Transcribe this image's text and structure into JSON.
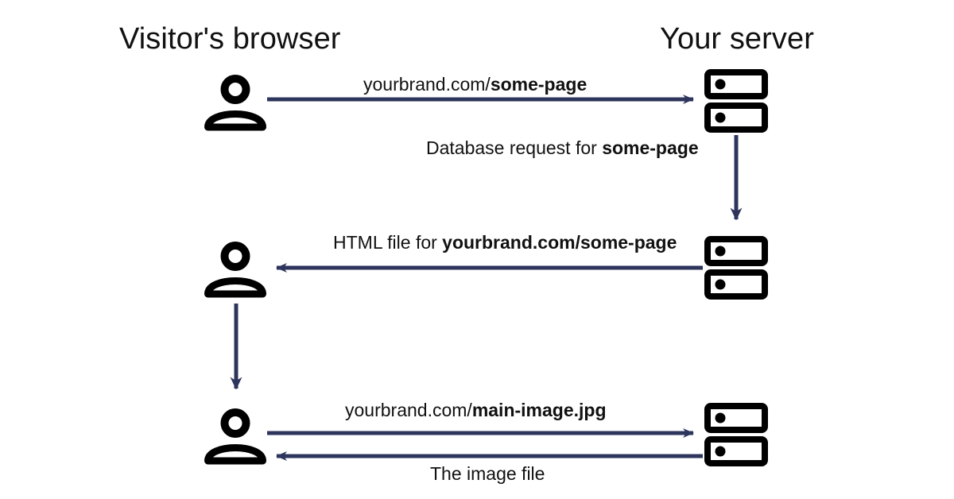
{
  "diagram": {
    "type": "sequence-flow",
    "background_color": "#ffffff",
    "arrow_color": "#2e355c",
    "icon_color": "#000000",
    "text_color": "#111111",
    "columns": [
      {
        "id": "browser",
        "title": "Visitor's browser",
        "icon": "person-icon"
      },
      {
        "id": "server",
        "title": "Your server",
        "icon": "server-icon"
      }
    ],
    "steps": [
      {
        "id": "step-1-request-page",
        "direction": "browser-to-server",
        "label_plain": "yourbrand.com/",
        "label_bold": "some-page",
        "label_full": "yourbrand.com/some-page"
      },
      {
        "id": "step-2-database-request",
        "direction": "server-to-server-down",
        "label_plain": "Database request for ",
        "label_bold": "some-page",
        "label_full": "Database request for some-page"
      },
      {
        "id": "step-3-html-response",
        "direction": "server-to-browser",
        "label_plain": "HTML file for ",
        "label_bold": "yourbrand.com/some-page",
        "label_full": "HTML file for yourbrand.com/some-page"
      },
      {
        "id": "step-4-browser-wait",
        "direction": "browser-to-browser-down",
        "label_plain": "",
        "label_bold": "",
        "label_full": ""
      },
      {
        "id": "step-5-request-image",
        "direction": "browser-to-server",
        "label_plain": "yourbrand.com/",
        "label_bold": "main-image.jpg",
        "label_full": "yourbrand.com/main-image.jpg"
      },
      {
        "id": "step-6-image-response",
        "direction": "server-to-browser",
        "label_plain": "The image file",
        "label_bold": "",
        "label_full": "The image file"
      }
    ],
    "icon_names": {
      "person": "person-icon",
      "server": "server-icon",
      "arrow_right": "arrow-right-icon",
      "arrow_left": "arrow-left-icon",
      "arrow_down": "arrow-down-icon"
    }
  }
}
